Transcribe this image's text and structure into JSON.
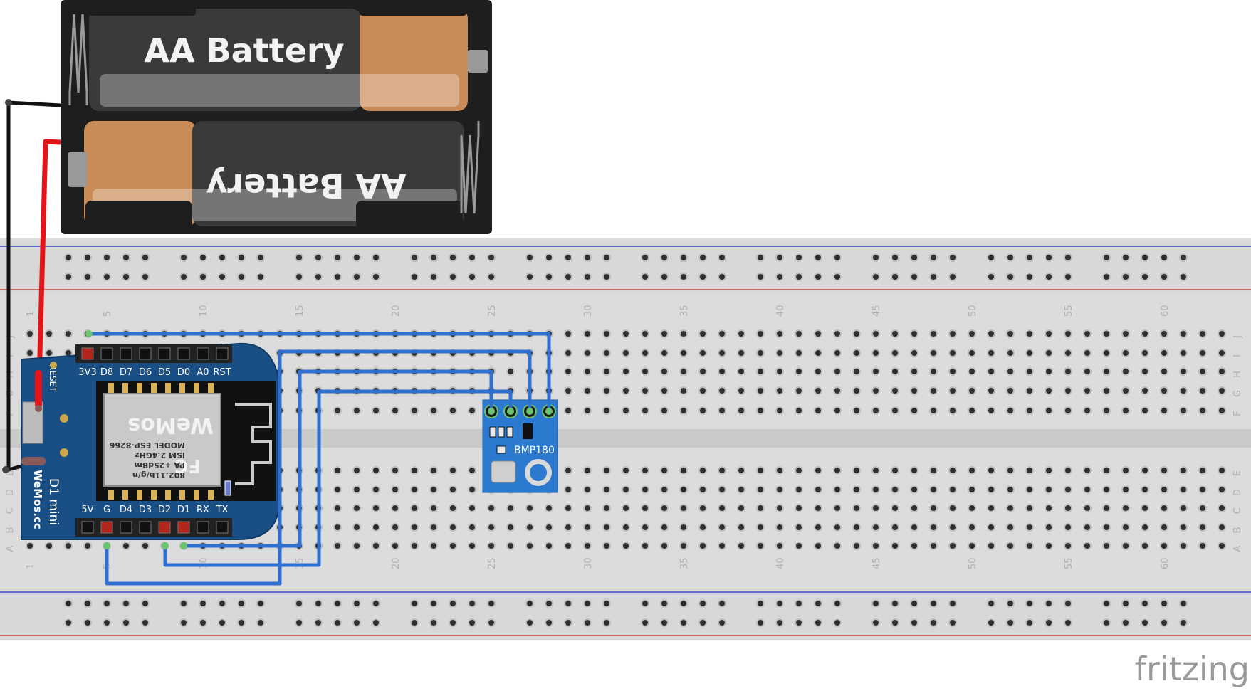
{
  "battery": {
    "label_top": "AA Battery",
    "label_bottom": "AA Battery"
  },
  "breadboard": {
    "column_numbers": [
      "1",
      "5",
      "10",
      "15",
      "20",
      "25",
      "30",
      "35",
      "40",
      "45",
      "50",
      "55",
      "60"
    ],
    "row_letters_top": [
      "J",
      "I",
      "H",
      "G",
      "F"
    ],
    "row_letters_bottom": [
      "E",
      "D",
      "C",
      "B",
      "A"
    ]
  },
  "wemos": {
    "top_pins": [
      "3V3",
      "D8",
      "D7",
      "D6",
      "D5",
      "D0",
      "A0",
      "RST"
    ],
    "bottom_pins": [
      "5V",
      "G",
      "D4",
      "D3",
      "D2",
      "D1",
      "RX",
      "TX"
    ],
    "reset_label": "RESET",
    "model_label": "D1 mini",
    "brand_url": "WeMos.cc",
    "brand_logo": "WeMos",
    "module_text": [
      "MODEL  ESP-8266",
      "ISM 2.4GHz",
      "PA +25dBm",
      "802.11b/g/n"
    ],
    "fcc_mark": "FC"
  },
  "sensor": {
    "label": "BMP180"
  },
  "brand": {
    "logo": "fritzing"
  },
  "colors": {
    "battery_body": "#1e1e1e",
    "battery_copper": "#c98b57",
    "breadboard": "#dcdcdc",
    "rail_red": "#d33a3a",
    "rail_blue": "#3947c9",
    "wire_blue": "#2f6fd0",
    "wire_red": "#e4141b",
    "wire_black": "#111111",
    "wemos_board": "#1a4f86",
    "sensor_board": "#2b7ad0"
  }
}
